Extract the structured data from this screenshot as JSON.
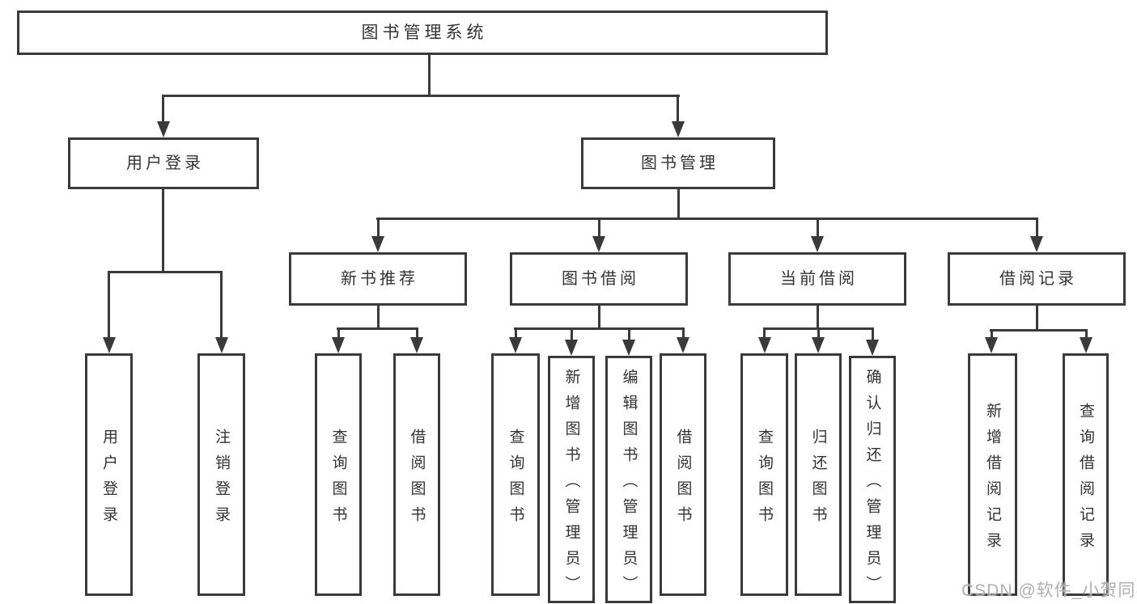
{
  "colors": {
    "background": "#ffffff",
    "line": "#3a3a3a",
    "box_border": "#3a3a3a",
    "box_fill": "#ffffff",
    "text": "#333333",
    "watermark": "#a6a6a6"
  },
  "nodes": {
    "root": {
      "label": "图书管理系统"
    },
    "userLogin": {
      "label": "用户登录"
    },
    "bookManagement": {
      "label": "图书管理"
    },
    "newBookRecommend": {
      "label": "新书推荐"
    },
    "bookBorrow": {
      "label": "图书借阅"
    },
    "currentBorrow": {
      "label": "当前借阅"
    },
    "borrowRecord": {
      "label": "借阅记录"
    },
    "leafUserLogin": {
      "label": "用户登录"
    },
    "leafLogout": {
      "label": "注销登录"
    },
    "leafQueryBooks1": {
      "label": "查询图书"
    },
    "leafBorrowBooks1": {
      "label": "借阅图书"
    },
    "leafQueryBooks2": {
      "label": "查询图书"
    },
    "leafAddBook": {
      "label": "新增图书（管理员）"
    },
    "leafEditBook": {
      "label": "编辑图书（管理员）"
    },
    "leafBorrowBooks2": {
      "label": "借阅图书"
    },
    "leafQueryBooks3": {
      "label": "查询图书"
    },
    "leafReturnBook": {
      "label": "归还图书"
    },
    "leafConfirmReturn": {
      "label": "确认归还（管理员）"
    },
    "leafAddBorrowRecord": {
      "label": "新增借阅记录"
    },
    "leafQueryBorrowRecord": {
      "label": "查询借阅记录"
    }
  },
  "watermark": {
    "text": "CSDN @软件_小贺同学"
  }
}
